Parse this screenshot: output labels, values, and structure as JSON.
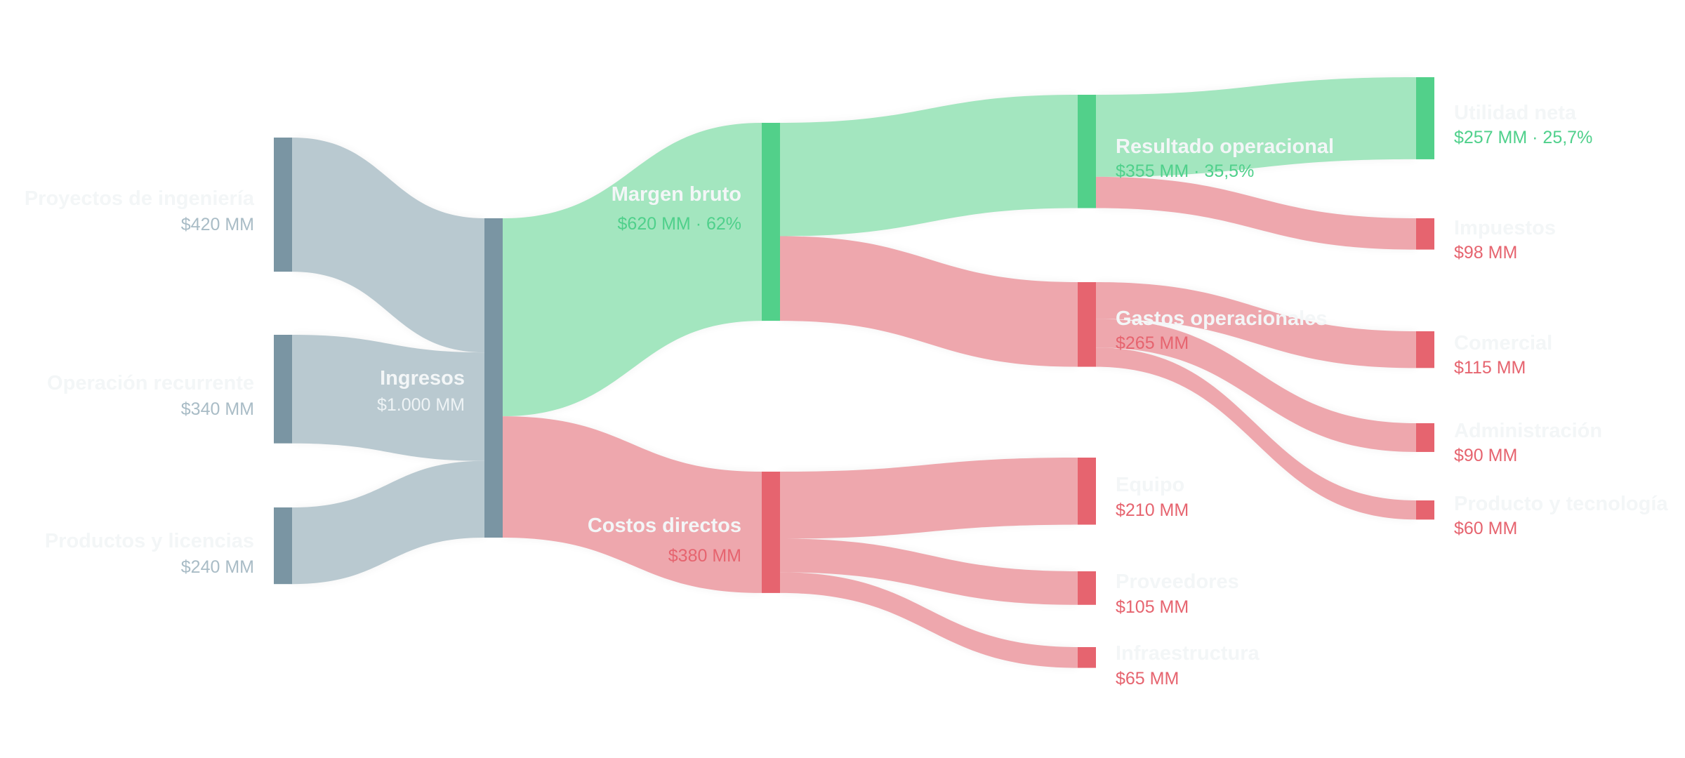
{
  "colors": {
    "neutral_node": "#7a95a3",
    "neutral_link": "#b9c9d0",
    "neutral_text": "#eef3f5",
    "neutral_value": "#a9bcc6",
    "positive_node": "#52d08a",
    "positive_link": "#a3e6bf",
    "positive_text": "#4fd08b",
    "negative_node": "#e6646f",
    "negative_link": "#eea7ad",
    "negative_text": "#e6646f",
    "label_light": "#f3f6f7"
  },
  "chart_data": {
    "type": "sankey",
    "units": "MM",
    "nodes": [
      {
        "id": "proyectos",
        "name": "Proyectos de ingeniería",
        "value_label": "$420 MM",
        "value": 420,
        "tone": "neutral"
      },
      {
        "id": "operacion",
        "name": "Operación recurrente",
        "value_label": "$340 MM",
        "value": 340,
        "tone": "neutral"
      },
      {
        "id": "productos",
        "name": "Productos y licencias",
        "value_label": "$240 MM",
        "value": 240,
        "tone": "neutral"
      },
      {
        "id": "ingresos",
        "name": "Ingresos",
        "value_label": "$1.000 MM",
        "value": 1000,
        "tone": "neutral"
      },
      {
        "id": "margen",
        "name": "Margen bruto",
        "value_label": "$620 MM · 62%",
        "value": 620,
        "tone": "positive"
      },
      {
        "id": "costos",
        "name": "Costos directos",
        "value_label": "$380 MM",
        "value": 380,
        "tone": "negative"
      },
      {
        "id": "resultado",
        "name": "Resultado operacional",
        "value_label": "$355 MM · 35,5%",
        "value": 355,
        "tone": "positive"
      },
      {
        "id": "gastos",
        "name": "Gastos operacionales",
        "value_label": "$265 MM",
        "value": 265,
        "tone": "negative"
      },
      {
        "id": "equipo",
        "name": "Equipo",
        "value_label": "$210 MM",
        "value": 210,
        "tone": "negative"
      },
      {
        "id": "proveedores",
        "name": "Proveedores",
        "value_label": "$105 MM",
        "value": 105,
        "tone": "negative"
      },
      {
        "id": "infra",
        "name": "Infraestructura",
        "value_label": "$65 MM",
        "value": 65,
        "tone": "negative"
      },
      {
        "id": "utilidad",
        "name": "Utilidad neta",
        "value_label": "$257 MM · 25,7%",
        "value": 257,
        "tone": "positive"
      },
      {
        "id": "impuestos",
        "name": "Impuestos",
        "value_label": "$98 MM",
        "value": 98,
        "tone": "negative"
      },
      {
        "id": "comercial",
        "name": "Comercial",
        "value_label": "$115 MM",
        "value": 115,
        "tone": "negative"
      },
      {
        "id": "administracion",
        "name": "Administración",
        "value_label": "$90 MM",
        "value": 90,
        "tone": "negative"
      },
      {
        "id": "producto_tec",
        "name": "Producto y tecnología",
        "value_label": "$60 MM",
        "value": 60,
        "tone": "negative"
      }
    ],
    "links": [
      {
        "source": "proyectos",
        "target": "ingresos",
        "value": 420
      },
      {
        "source": "operacion",
        "target": "ingresos",
        "value": 340
      },
      {
        "source": "productos",
        "target": "ingresos",
        "value": 240
      },
      {
        "source": "ingresos",
        "target": "margen",
        "value": 620
      },
      {
        "source": "ingresos",
        "target": "costos",
        "value": 380
      },
      {
        "source": "margen",
        "target": "resultado",
        "value": 355
      },
      {
        "source": "margen",
        "target": "gastos",
        "value": 265
      },
      {
        "source": "costos",
        "target": "equipo",
        "value": 210
      },
      {
        "source": "costos",
        "target": "proveedores",
        "value": 105
      },
      {
        "source": "costos",
        "target": "infra",
        "value": 65
      },
      {
        "source": "resultado",
        "target": "utilidad",
        "value": 257
      },
      {
        "source": "resultado",
        "target": "impuestos",
        "value": 98
      },
      {
        "source": "gastos",
        "target": "comercial",
        "value": 115
      },
      {
        "source": "gastos",
        "target": "administracion",
        "value": 90
      },
      {
        "source": "gastos",
        "target": "producto_tec",
        "value": 60
      }
    ]
  }
}
